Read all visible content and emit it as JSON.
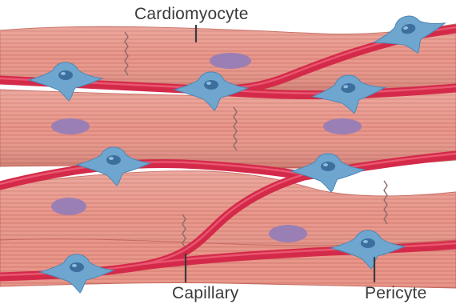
{
  "diagram": {
    "labels": {
      "cardiomyocyte": "Cardiomyocyte",
      "capillary": "Capillary",
      "pericyte": "Pericyte"
    },
    "colors": {
      "muscle_fiber": "#e8968a",
      "muscle_striation": "#cc7468",
      "capillary": "#d42a4a",
      "capillary_highlight": "#ee5e76",
      "pericyte": "#6ea6cf",
      "pericyte_nucleus": "#3d6f9e",
      "muscle_nucleus": "#9a7fb4",
      "leader_line": "#3a3a3a"
    }
  }
}
